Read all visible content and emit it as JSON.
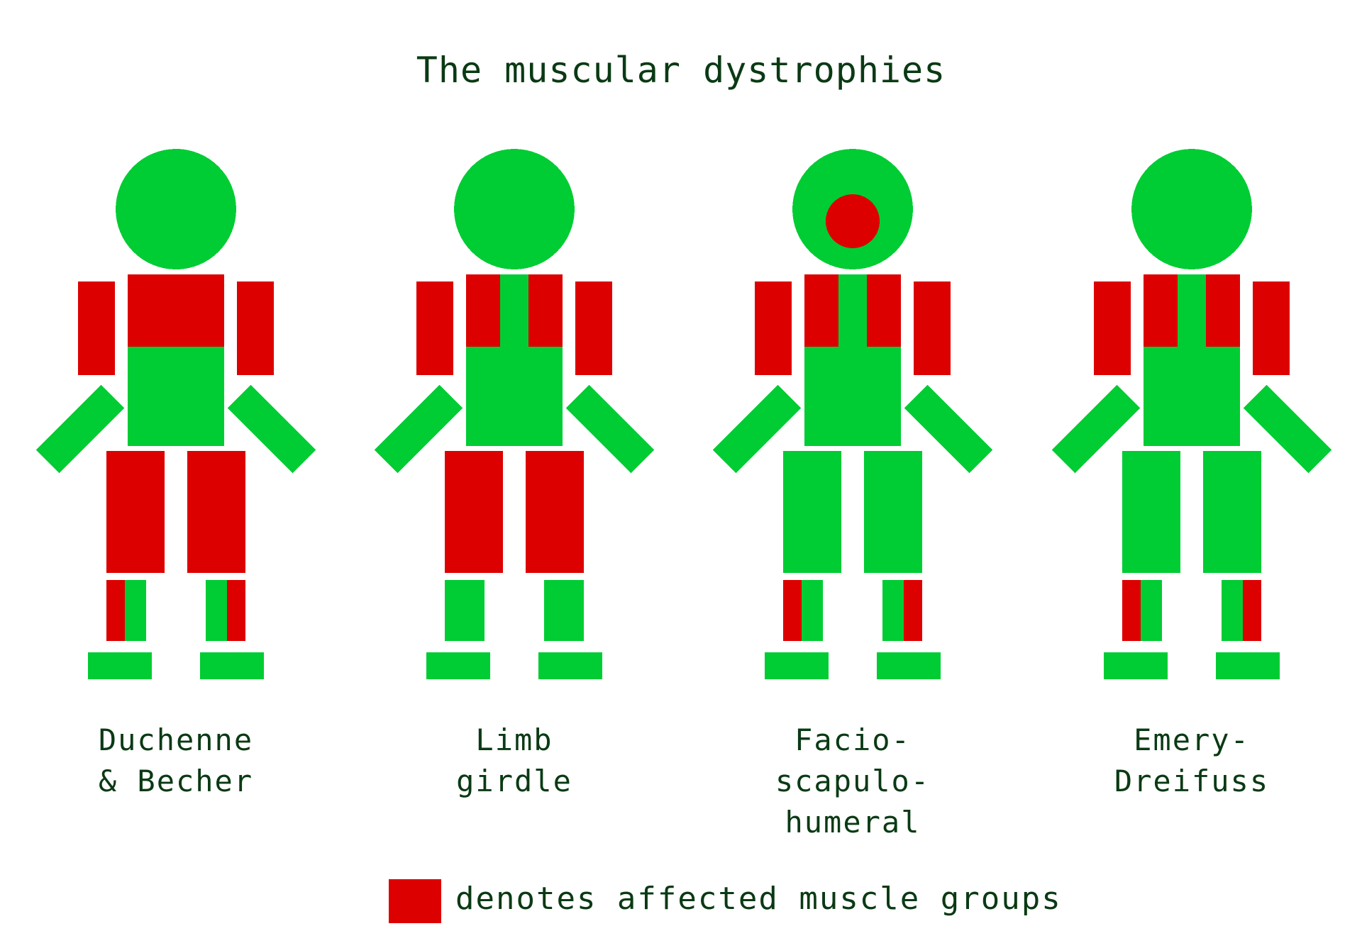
{
  "title": "The muscular dystrophies",
  "colors": {
    "healthy": "#00cc33",
    "affected": "#dd0000",
    "text": "#0a3a14"
  },
  "figures": [
    {
      "label_lines": [
        "Duchenne",
        "& Becher"
      ],
      "affected": {
        "face": false,
        "shoulders": false,
        "chest": true,
        "upper_arms": true,
        "thighs": true,
        "shins_outer": true
      }
    },
    {
      "label_lines": [
        "Limb",
        "girdle"
      ],
      "affected": {
        "face": false,
        "shoulders": true,
        "chest": false,
        "upper_arms": true,
        "thighs": true,
        "shins_outer": false
      }
    },
    {
      "label_lines": [
        "Facio-",
        "scapulo-",
        "humeral"
      ],
      "affected": {
        "face": true,
        "shoulders": true,
        "chest": false,
        "upper_arms": true,
        "thighs": false,
        "shins_outer": true
      }
    },
    {
      "label_lines": [
        "Emery-",
        "Dreifuss"
      ],
      "affected": {
        "face": false,
        "shoulders": true,
        "chest": false,
        "upper_arms": true,
        "thighs": false,
        "shins_outer": true
      }
    }
  ],
  "legend": {
    "text": "denotes affected muscle groups"
  }
}
